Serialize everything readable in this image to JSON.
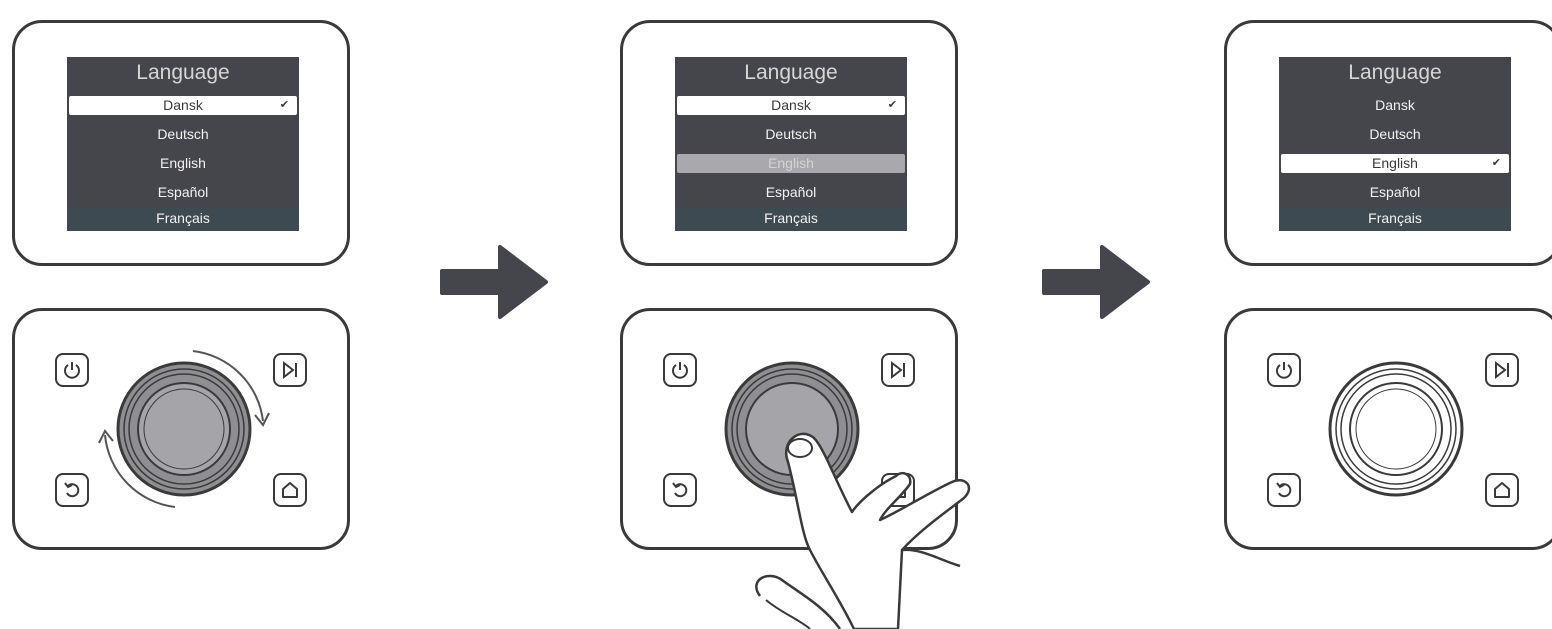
{
  "steps": [
    {
      "screen_title": "Language",
      "items": [
        "Dansk",
        "Deutsch",
        "English",
        "Español",
        "Français"
      ],
      "selected_index": 0,
      "highlighted_index": null,
      "check_mark": "✔",
      "knob_state": "rotating"
    },
    {
      "screen_title": "Language",
      "items": [
        "Dansk",
        "Deutsch",
        "English",
        "Español",
        "Français"
      ],
      "selected_index": 0,
      "highlighted_index": 2,
      "check_mark": "✔",
      "knob_state": "pressed"
    },
    {
      "screen_title": "Language",
      "items": [
        "Dansk",
        "Deutsch",
        "English",
        "Español",
        "Français"
      ],
      "selected_index": 2,
      "highlighted_index": null,
      "check_mark": "✔",
      "knob_state": "idle"
    }
  ],
  "icons": {
    "power": "power-icon",
    "skip": "skip-forward-icon",
    "back": "back-icon",
    "home": "home-icon",
    "arrow": "right-arrow-icon",
    "hand": "pointing-finger-icon"
  },
  "colors": {
    "lcd_background": "#45454c",
    "line": "#3a3a3a",
    "knob_fill": "#8f8f93",
    "knob_inner": "#a5a5a9"
  }
}
